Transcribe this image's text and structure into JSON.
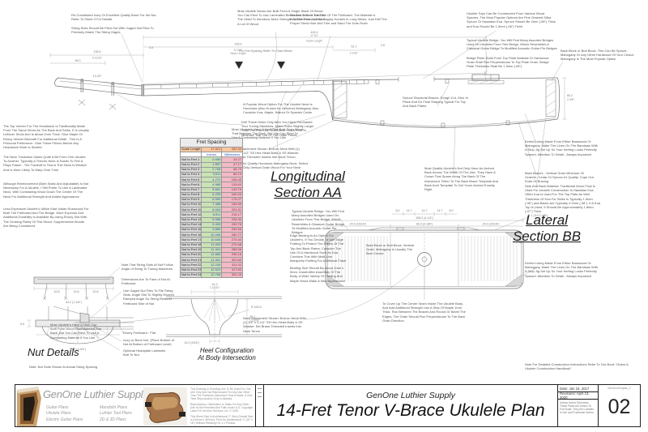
{
  "titles": {
    "longitudinal": {
      "line1": "Longitudinal",
      "line2": "Section AA"
    },
    "lateral": {
      "line1": "Lateral",
      "line2": "Section BB"
    },
    "nut_details": "Nut Details",
    "heel": {
      "line1": "Heel Configuration",
      "line2": "At Body Intersection"
    }
  },
  "notes": {
    "nut_material": "Re-Constituted Ivory Or Excellent Quality Bone For the Nut. Refer To Sheet 3 For Details",
    "string_slots": "String Slots Should Be Filed Out With Gaged Nut Files To Precisely Match The String Gages",
    "neck_single_stack": "Most Ukulele Necks Are Built From A Single Stack Of Wood. You Can Elect To Use Laminated Blocks And A Scarf Joint At The Head To Introduce More Strength To The Neck And Save A Lot Of Wood",
    "side_dots": "Position Dots In The Side Of The Fretboard. The Material Is Available From Luthier Supply Houses In Long Sticks. Just Drill The Proper Sized Hole And Trim and Sand The Dots Flush",
    "fret_chart_ref": "For Fret Spacing Refer To Chart Below",
    "top_woods": "Ukulele Tops Can Be Constructed From Various Wood Species. The Most Popular Options Are Fine Grained Sitka Spruce Or Hawaiian Koa. Spruce Should Be 2mm (.08\") Thick and Koa Should Be 1.5mm (.06\") Thick",
    "bridge_typical": "Typical Ukulele Bridge. You Will Find Many Assorted Bridges Used On Ukuleles From This Bridge, Which Resembles A Classical Guitar Bridge To Modified Acoustic Guitar Pin Bridges",
    "bridge_plate": "Bridge Plate: Build From Top Plate Material Or Hardwood. Grain Shall Run Perpendicular To Top Plate Grain. Bridge Plate Thickness Shall Be 1.5mm (.06\")",
    "back_block": "Back Block or Butt Block. This Can Be Spruce, Mahogany Or Any Other Hardwood Of Your Choice. Mahogany Is The Most Popular Option",
    "headstock_veneer": "The Top Veneer For The Headstock Is Traditionally Made From The Same Wood As The Back And Sides. It Is Usually Leftover Stock And Is About 2mm Thick. Glue Maple Or Ebony Veneer Beneath For Additional Detail - This Is A Personal Preference. Glue These Pieces Before Any Headstock Work Is Started",
    "neck_thickness": "The Neck Thickness Varies Quite A Bit From One Ukulele To Another. Typically A Thinner Neck Is Easier To Fret & Plays Faster - The Tradeoff Is That A Thin Neck Is Weaker And Is More Likely To Warp Over Time",
    "neck_reinforcement": "Although Reinforcement (Both Static And Adjustable) Is Not Necessary For A Ukulele, I Still Prefer To Use A Laminated Neck, With Contrasting Wood Down The Center Of The Neck For Additional Strength And Added Appearance",
    "fretboard_woods": "Less Expensive Ukulele's Utilize East Indian Rosewood For Both The Fretboard And The Bridge. More Expense And Additional Durability Is Available By Using Ebony, But With The Growing Rarity Of This Wood, Supplemental Woods Are Being Considered",
    "neck_wood": "A Popular Wood Option For The Ukulele Neck Is Honduras (Also Known As Genuine) Mahogany. Also Consider Koa, Maple, Walnut Or Spanish Cedar",
    "tuner_holes": "Drill These Holes Only After You Have Purchased Your Tuning Machines. Make Holes Slightly Larger Than The Post Dia. Drill These Holes First To Minimize Tear Out Of The Outer Faces",
    "heel_cap": "Most Ukulele's Have A Heel Cap Built From Wood That Matches The Back, But You Can Elect To Use A Contrasting Material If You Like",
    "neck_quality": "#1 Quality Honduras Mahogany Neck. Select Only Vertical Grain Wood For Your Neck",
    "neck_attachment": "Neck Attachment Shown: Bolt-on Neck With (1) 1/4\" x 1-1/2\" SS Hex-Head Bolts & SS Washer. Set Brass Threaded Inserts Into Neck Tenon",
    "spruce_braces": "Spruce Structural Braces. Rough Cut, Glue In Place And Do Final Shaping Typical For Top And Back Plates",
    "back_crown": "Most Quality Ukulele's Not Only Have An Arched Back Across The Width Of The Uke, They Have A Crown That Spans Along The Back Of The Instrument. Refer To The Back Brace Template And Back Arch Template To Get Yours Arched Exactly Right",
    "back_braces": "Back Braces - Vertical Grain Minimum 20 Grain/In. Cedar Or Spruce #1 Quality. Cope Out Ends Of Bracing",
    "side_back_material": "Side And Back Material: Traditional Wood That Is Used For Ukulele Construction Is Hawaiian Koa. Often Koa Is Used For The Top Plate As Well. Thickness Of Koa For Sides Is Typically 1.5mm (.06\") and Backs Are Typically 2.0mm (.08\"). If A Koa Top Is Used, It Should Be Approximately 1.8mm (.07\") Thick",
    "kerfed_lining": "Kerfed Lining Made From Either Basswood Or Mahogany. Make The Lines On The Bandsaw With A Strip Jig Set Up So Your Kerfing Looks Perfectly Spaced. Attention To Detail - Always Important",
    "back_block_vertical": "Back Block or Butt Block. Vertical Grain. Mahogany Is Usually The Best Choice",
    "center_seam": "To Cover Up The Center Seam Inside The Ukulele Body And Add Additional Strength Use A Strip Of Maple 1mm Thick. Run Between The Braces And Round Or Bevel The Edges. The Grain Should Run Perpendicular To The Back Grain Direction",
    "edge_binding": "Edge Binding Is An Option For Ukulele's. If You Decide To Use Edge Purfling To Protect The Edges Of The Top And Back Plates, Consider The Use Of A Hardwood Such As Koa. Combine This With Multi-Line Marquetry Purfling For Additional Flash",
    "binding_size": "Binding Size Should Be About 2mm x 5mm. Install After Assembly Of The Body. A Wide Variety Of Purfling And Maple Wood Make A Nice Appearance",
    "nut_slots_angle": "Note That String Slots At Nut Follow Angle of String To Tuning Machines",
    "nut_dims_face": "Dimensions Are To Face of Nut At Fretboard",
    "nut_files": "Use Gaged Nut Files To File String Slots. Angle Slot To Slightly Exceed Ramped Angle So String Rests At Fretboard Side of Nut",
    "ebony_fretboard": "Ebony Fretboard - Flat",
    "ivory_nut": "Ivory or Bone Nut. (Place Bottom of Nut At Bottom of Fretboard Level)",
    "headplate_laminate": "Optional Headplate Laminate, Butt To Nut",
    "nut_footnote": "Note: Nut Slots Shown At Actual String Spacing",
    "handbook": "Note For Detailed Construction Instructions Refer To Our Book \"Guitar & Ukulele Construction Handbook\""
  },
  "dims": {
    "head_len": {
      "mm": "135.5",
      "in": "5-11/32\""
    },
    "head_width": {
      "mm": "98.3",
      "in": "3-7/8\""
    },
    "head_angle": "13.43°",
    "nut_h": {
      "mm": "4.5",
      "in": "3/16\""
    },
    "scale": {
      "mm": "432.4",
      "in": "17.02\"",
      "label": "Scale Length"
    },
    "neck_len": {
      "mm": "239.6",
      "in": "9-7/16\"",
      "label": "Neck Length"
    },
    "fb_ext": {
      "mm": "51.7",
      "in": "2-1/32\""
    },
    "saddle_off": {
      "mm": "2.6",
      "in": "1/8\""
    },
    "body_depth": {
      "mm": "60.2",
      "in": "2-3/8\""
    },
    "lat_total": "108.2 (4-1/4\")",
    "lat_left": "24.0 (15/16\")",
    "lat_mid": "60.0 (2-3/8\")",
    "lat_right": "24.0 (15/16\")",
    "lat_s1": "8.0",
    "lat_s2": "14.7",
    "lat_s3": "14.7",
    "lat_s4": "14.7",
    "lat_s5": "8.0",
    "lat_radius": "R 1,219.2 (48\")",
    "heel_top": {
      "mm": "44.2",
      "in": "1-23/32\""
    },
    "heel_bottom": "14.2 (9/16\")",
    "heel_radius": "R 100.5",
    "heel_height": {
      "mm": "35.7",
      "in": "1-13/32\""
    },
    "nut_width_a": "44.2 (1-3/4\")",
    "nut_width_b": "44.2 (1-3/4\")",
    "nut_sp1": "10.8",
    "nut_sp2": "10.8",
    "nut_sp3": "10.8",
    "nut_h_side": "5.5"
  },
  "fret_table": {
    "title": "Fret Spacing",
    "scale_label": "Scale Length =",
    "scale_in": "17.021",
    "scale_mm": "432.33",
    "col_in": "Inches",
    "col_mm": "Millimeters",
    "rows": [
      {
        "label": "Nut to Fret 1",
        "in": "0.955",
        "mm": "24.27"
      },
      {
        "label": "Nut to Fret 2",
        "in": "1.857",
        "mm": "47.17"
      },
      {
        "label": "Nut to Fret 3",
        "in": "2.708",
        "mm": "68.79"
      },
      {
        "label": "Nut to Fret 4",
        "in": "3.511",
        "mm": "89.19"
      },
      {
        "label": "Nut to Fret 5",
        "in": "4.270",
        "mm": "108.45"
      },
      {
        "label": "Nut to Fret 6",
        "in": "4.985",
        "mm": "126.63"
      },
      {
        "label": "Nut to Fret 7",
        "in": "5.661",
        "mm": "143.79"
      },
      {
        "label": "Nut to Fret 8",
        "in": "6.299",
        "mm": "160.00"
      },
      {
        "label": "Nut to Fret 9",
        "in": "6.900",
        "mm": "175.27"
      },
      {
        "label": "Nut to Fret 10",
        "in": "7.468",
        "mm": "189.69"
      },
      {
        "label": "Nut to Fret 11",
        "in": "8.004",
        "mm": "203.31"
      },
      {
        "label": "Nut to Fret 12",
        "in": "8.511",
        "mm": "216.17"
      },
      {
        "label": "Nut to Fret 13",
        "in": "8.988",
        "mm": "228.30"
      },
      {
        "label": "Nut to Fret 14",
        "in": "9.439",
        "mm": "239.76"
      },
      {
        "label": "Nut to Fret 15",
        "in": "9.865",
        "mm": "250.56"
      },
      {
        "label": "Nut to Fret 16",
        "in": "10.266",
        "mm": "260.77"
      },
      {
        "label": "Nut to Fret 17",
        "in": "10.646",
        "mm": "270.40"
      },
      {
        "label": "Nut to Fret 18",
        "in": "11.003",
        "mm": "279.48"
      },
      {
        "label": "Nut to Fret 19",
        "in": "11.341",
        "mm": "288.06"
      },
      {
        "label": "Nut to Fret 20",
        "in": "11.660",
        "mm": "296.16"
      },
      {
        "label": "Nut to Fret 21",
        "in": "11.961",
        "mm": "303.80"
      },
      {
        "label": "Nut to Fret 22",
        "in": "12.245",
        "mm": "311.02"
      },
      {
        "label": "Nut to Fret 23",
        "in": "12.513",
        "mm": "317.83"
      },
      {
        "label": "Nut to Fret 24",
        "in": "12.766",
        "mm": "324.25"
      }
    ]
  },
  "title_block": {
    "company_script": "GenOne Luthier Supplies",
    "products_col1": [
      "Guitar Plans",
      "Ukulele Plans",
      "Electric Guitar Plans"
    ],
    "products_col2": [
      "Mandolin Plans",
      "Luthier Tool Plans",
      "2D & 3D Plans"
    ],
    "legal": [
      "This Drawing or Drawings Are To Be Used For One Uke Only And Not Reproduced For Any Use Other Than The Particular Instrument That Is Made. A One Time Reproduction Only Is Allowed.",
      "Reproduction, Distribution or Sales For Any Other Use Is Not Permitted And Falls Under U.S. Copyright Laws For GenOne Services, Inc. © 2020",
      "This Sheet Size Is Architectural 'C' Size (Overall Size Is 610mm x 457mm). Print On Architectural 'C' (24\" x 18\") Without Resizing For 1:1 Printout."
    ],
    "supply_line": "GenOne Luthier Supply",
    "plan_title": "14-Fret Tenor V-Brace Ukulele Plan",
    "date": "Date: Jan 15, 2017",
    "revisions": "Revisions: April 13, 2020",
    "scale_note": "Unless Noted Otherwise, These Plans Are Drawn To Full Scale. They Are Labeled In mm and Fractional Inches",
    "file_ref": "uke14t-tenorplan_2",
    "sheet_number": "02"
  },
  "colors": {
    "table_scale_bg": "#f6c9a0",
    "table_in_bg": "#c9e3b5",
    "table_mm_bg": "#f2b9c6",
    "table_label_bg": "#d9d9d9",
    "line_gray": "#7a7a7a",
    "annotation_gray": "#555555"
  }
}
